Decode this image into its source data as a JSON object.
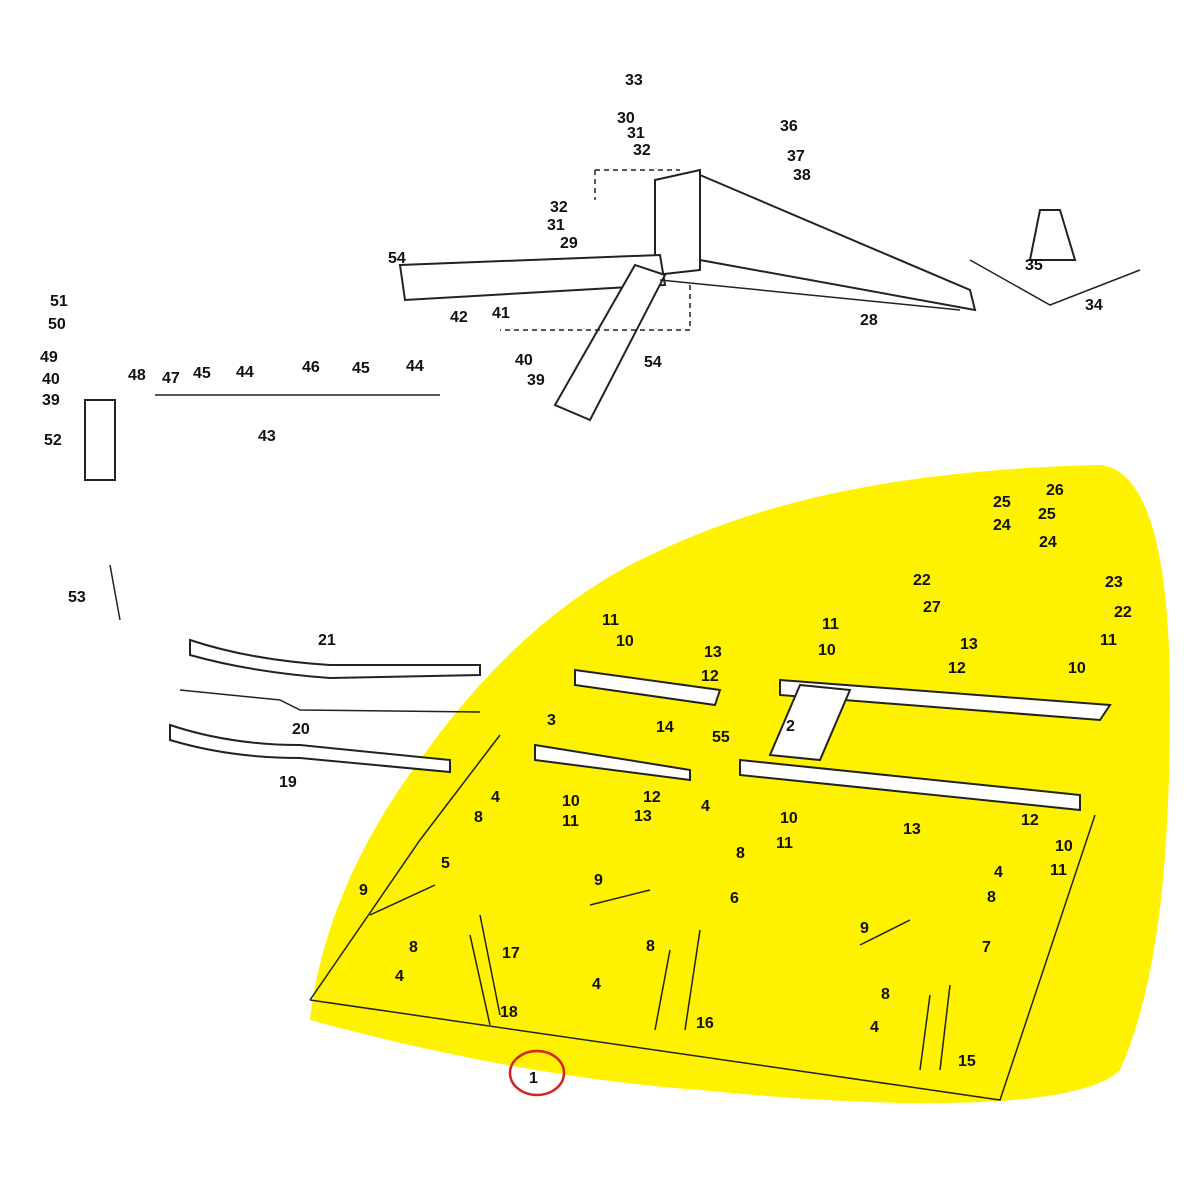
{
  "title": "Parts exploded diagram",
  "colors": {
    "highlight": "#fff200",
    "circle": "#d62020",
    "ink": "#222222"
  },
  "labels": [
    "33",
    "30",
    "31",
    "32",
    "36",
    "37",
    "38",
    "32",
    "31",
    "29",
    "54",
    "35",
    "34",
    "28",
    "51",
    "50",
    "49",
    "40",
    "39",
    "52",
    "42",
    "41",
    "48",
    "47",
    "45",
    "44",
    "46",
    "45",
    "44",
    "40",
    "39",
    "54",
    "43",
    "53",
    "21",
    "20",
    "19",
    "26",
    "25",
    "24",
    "25",
    "24",
    "22",
    "23",
    "27",
    "22",
    "11",
    "10",
    "13",
    "12",
    "11",
    "10",
    "13",
    "12",
    "11",
    "10",
    "3",
    "14",
    "55",
    "2",
    "12",
    "10",
    "11",
    "13",
    "8",
    "4",
    "4",
    "10",
    "11",
    "8",
    "12",
    "13",
    "10",
    "11",
    "4",
    "8",
    "5",
    "9",
    "6",
    "9",
    "17",
    "8",
    "4",
    "9",
    "7",
    "8",
    "18",
    "4",
    "16",
    "8",
    "4",
    "15",
    "1"
  ]
}
